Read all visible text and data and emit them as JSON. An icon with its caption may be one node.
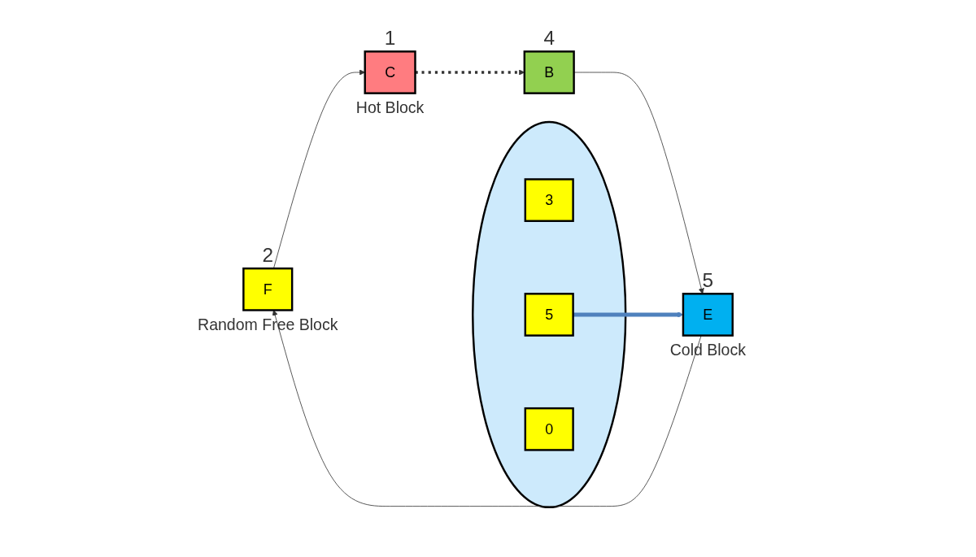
{
  "diagram": {
    "nodes": [
      {
        "text": [
          "F"
        ],
        "beside": [
          "2",
          "Random Free Block"
        ]
      },
      {
        "text": [
          "C"
        ],
        "beside": [
          "1",
          "Hot Block"
        ]
      },
      {
        "text": [
          "E"
        ],
        "beside": [
          "5",
          "Cold Block"
        ]
      },
      {
        "text": [
          "B"
        ],
        "beside": [
          "4"
        ]
      },
      {
        "text": [],
        "shape": "circle"
      },
      {
        "text": [
          "3"
        ],
        "in": 4
      },
      {
        "text": [
          "5"
        ],
        "in": 4
      },
      {
        "text": [
          "0"
        ],
        "in": 4
      }
    ],
    "edges": [
      {
        "from": 0,
        "to": 1,
        "arrow": "to"
      },
      {
        "from": 1,
        "to": 3,
        "arrow": "to",
        "style": "dashed"
      },
      {
        "from": 3,
        "to": 2,
        "arrow": "to"
      },
      {
        "from": 2,
        "to": 0,
        "arrow": "to"
      },
      {
        "from": 6,
        "to": 2,
        "arrow": "to",
        "style": "thick",
        "color": "#4f81bd"
      }
    ]
  }
}
